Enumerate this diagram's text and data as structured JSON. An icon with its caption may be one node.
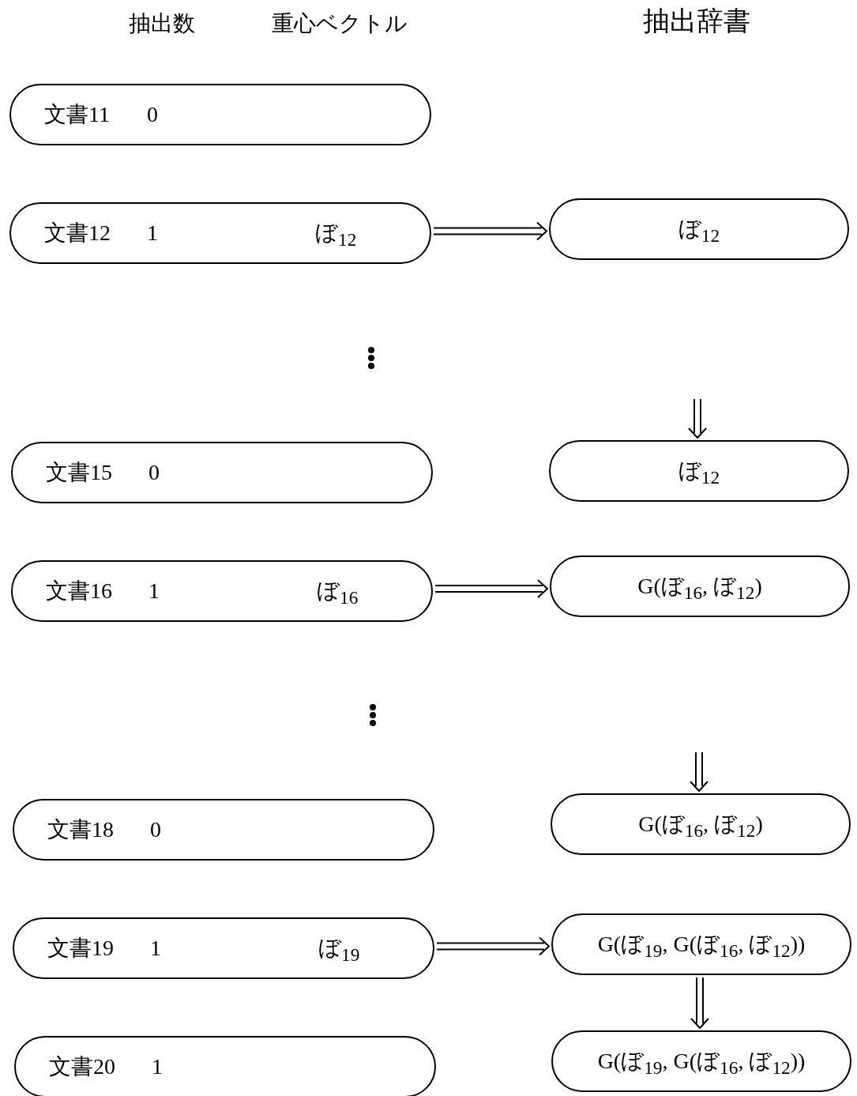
{
  "diagram": {
    "nodes": [
      {
        "text": [
          "文書11",
          "0"
        ]
      },
      {
        "text": [
          "文書12",
          "1",
          "ぼ$_{12}$"
        ]
      },
      {
        "text": [
          "ぼ$_{12}$"
        ]
      },
      {
        "text": [
          "文書15",
          "0"
        ]
      },
      {
        "text": [
          "ぼ$_{12}$"
        ]
      },
      {
        "text": [
          "文書16",
          "1",
          "ぼ$_{16}$"
        ]
      },
      {
        "text": [
          "G(ぼ$_{16}$, ぼ$_{12}$)"
        ]
      },
      {
        "text": [
          "文書18",
          "0"
        ]
      },
      {
        "text": [
          "G(ぼ$_{16}$, ぼ$_{12}$)"
        ]
      },
      {
        "text": [
          "文書19",
          "1",
          "ぼ$_{19}$"
        ]
      },
      {
        "text": [
          "G(ぼ$_{19}$, G(ぼ$_{16}$, ぼ$_{12}$))"
        ]
      },
      {
        "text": [
          "文書20",
          "1"
        ]
      },
      {
        "text": [
          "G(ぼ$_{19}$, G(ぼ$_{16}$, ぼ$_{12}$))"
        ]
      }
    ],
    "edges": [
      {
        "from": 1,
        "to": 2,
        "arrow": "to"
      },
      {
        "from": null,
        "to": 4,
        "arrow": "to"
      },
      {
        "from": 5,
        "to": 6,
        "arrow": "to"
      },
      {
        "from": null,
        "to": 8,
        "arrow": "to"
      },
      {
        "from": 9,
        "to": 10,
        "arrow": "to"
      },
      {
        "from": 10,
        "to": 12,
        "arrow": "to"
      }
    ],
    "labels": [
      "抽出数",
      "重心ベクトル",
      "抽出辞書"
    ]
  }
}
